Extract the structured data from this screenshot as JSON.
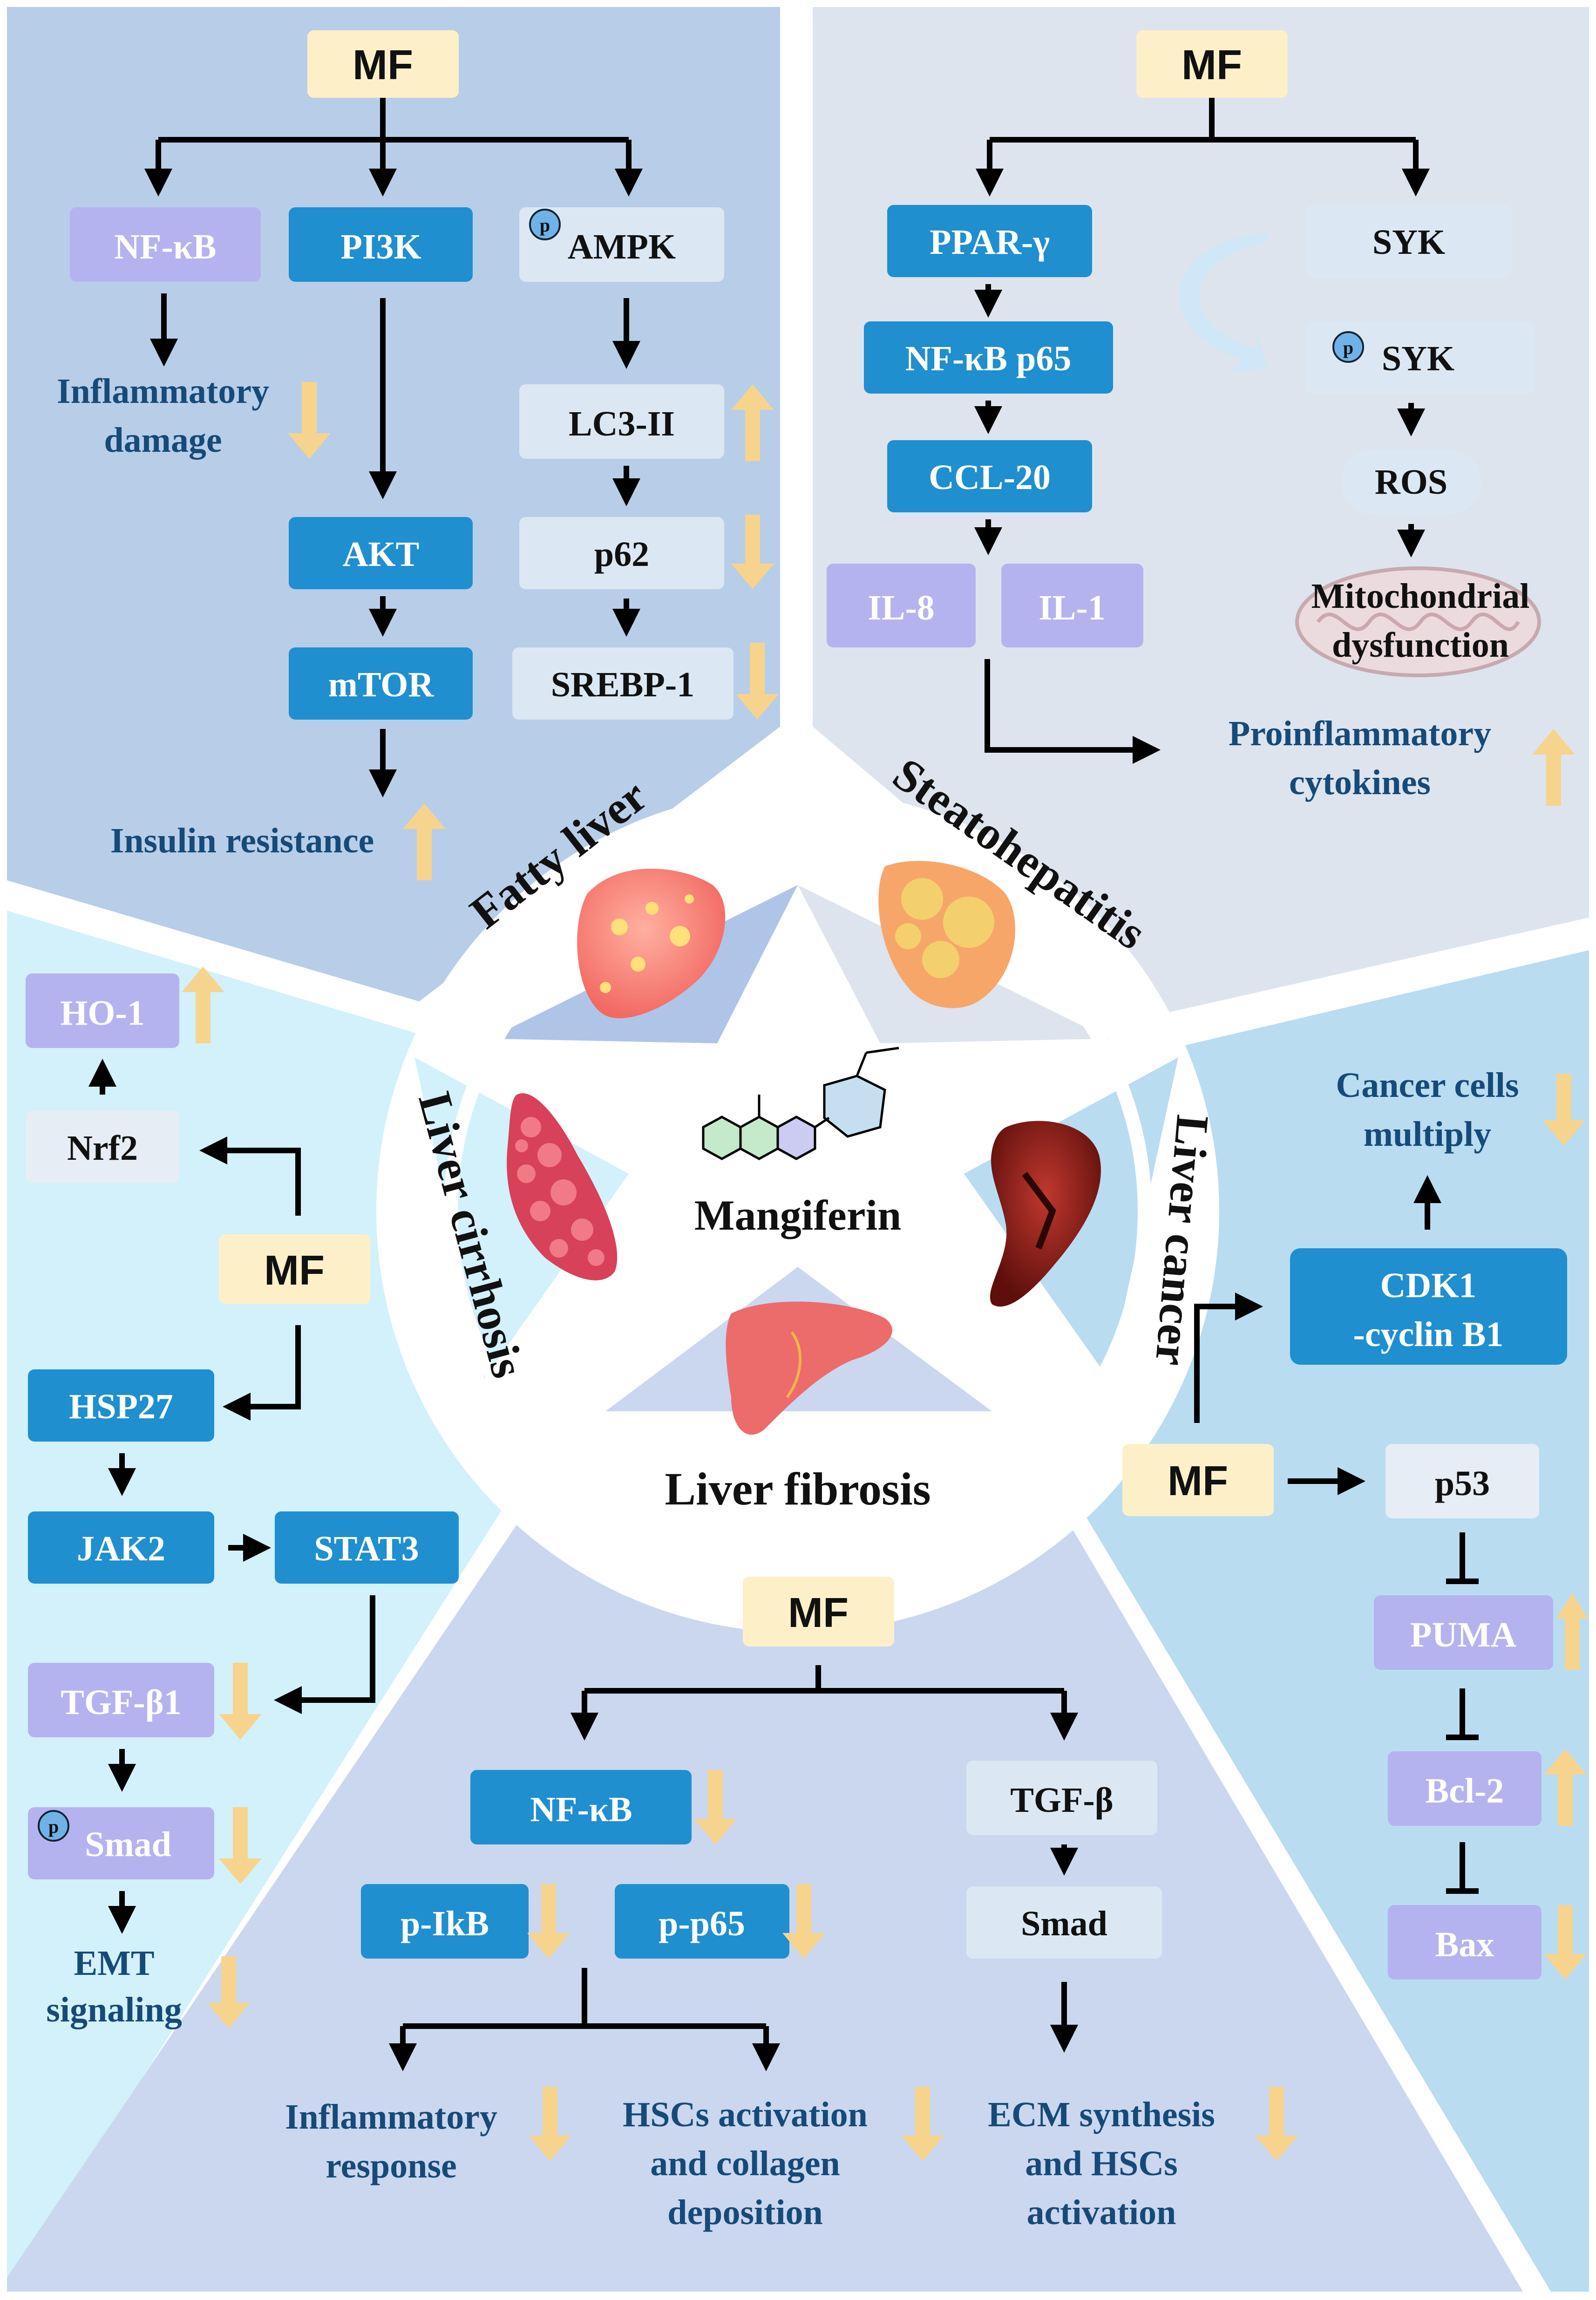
{
  "colors": {
    "fatty_bg": "#b8cde8",
    "steato_bg": "#dde4ee",
    "cirrhosis_bg": "#d2f1fa",
    "cancer_bg": "#b9dcf1",
    "fibrosis_bg": "#cad7ef",
    "mf_box": "#fdf0c8",
    "blue_box": "#1f8fcf",
    "purple_box": "#b5b3ef",
    "light_box": "#dbe8f4",
    "outcome_text": "#164a78",
    "up_arrow": "#f6d48e",
    "down_arrow": "#f6d48e"
  },
  "center": {
    "label": "Mangiferin",
    "structure_icon": "mangiferin-molecule"
  },
  "ring_labels": {
    "fatty_liver": "Fatty liver",
    "steatohepatitis": "Steatohepatitis",
    "liver_cancer": "Liver cancer",
    "liver_fibrosis": "Liver fibrosis",
    "liver_cirrhosis": "Liver cirrhosis"
  },
  "fatty_liver": {
    "mf": "MF",
    "nfkb": "NF-κB",
    "pi3k": "PI3K",
    "ampk_phospho": "p",
    "ampk": "AMPK",
    "inflammatory_damage_1": "Inflammatory",
    "inflammatory_damage_2": "damage",
    "lc3": "LC3-II",
    "p62": "p62",
    "srebp": "SREBP-1",
    "akt": "AKT",
    "mtor": "mTOR",
    "insulin_resistance": "Insulin resistance"
  },
  "steatohepatitis": {
    "mf": "MF",
    "ppar": "PPAR-γ",
    "nfkb_p65": "NF-κB p65",
    "ccl20": "CCL-20",
    "il8": "IL-8",
    "il1": "IL-1",
    "syk": "SYK",
    "psyk_phospho": "p",
    "psyk": "SYK",
    "ros": "ROS",
    "mito_1": "Mitochondrial",
    "mito_2": "dysfunction",
    "cytokines_1": "Proinflammatory",
    "cytokines_2": "cytokines"
  },
  "liver_cirrhosis": {
    "ho1": "HO-1",
    "nrf2": "Nrf2",
    "mf": "MF",
    "hsp27": "HSP27",
    "jak2": "JAK2",
    "stat3": "STAT3",
    "tgfb1": "TGF-β1",
    "smad_phospho": "p",
    "smad": "Smad",
    "emt_1": "EMT",
    "emt_2": "signaling"
  },
  "liver_cancer": {
    "cancer_1": "Cancer cells",
    "cancer_2": "multiply",
    "cdk1_1": "CDK1",
    "cdk1_2": "-cyclin B1",
    "mf": "MF",
    "p53": "p53",
    "puma": "PUMA",
    "bcl2": "Bcl-2",
    "bax": "Bax"
  },
  "liver_fibrosis": {
    "mf": "MF",
    "nfkb": "NF-κB",
    "tgfb": "TGF-β",
    "pikb": "p-IkB",
    "pp65": "p-p65",
    "smad": "Smad",
    "inflam_1": "Inflammatory",
    "inflam_2": "response",
    "hsc_1": "HSCs activation",
    "hsc_2": "and collagen",
    "hsc_3": "deposition",
    "ecm_1": "ECM synthesis",
    "ecm_2": "and HSCs",
    "ecm_3": "activation"
  }
}
